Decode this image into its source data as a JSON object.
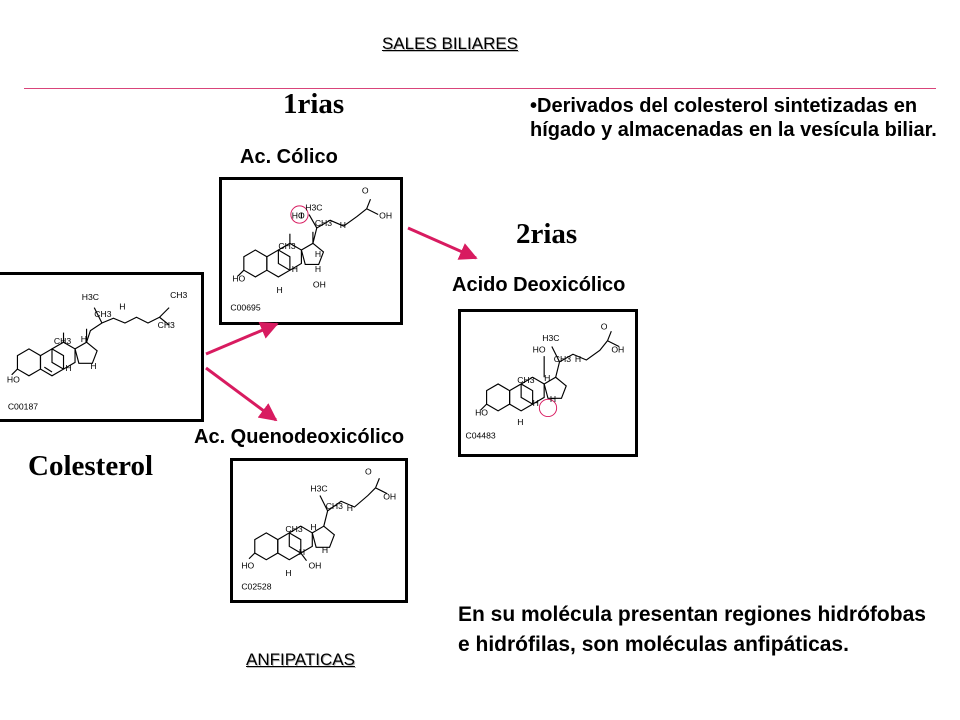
{
  "slide": {
    "title": "SALES BILIARES",
    "primary_label": "1rias",
    "secondary_label": "2rias",
    "bullet": "•Derivados del colesterol sintetizadas en hígado y almacenadas en la vesícula biliar.",
    "paragraph": "En su molécula presentan regiones hidrófobas e hidrófilas, son moléculas anfipáticas.",
    "footer": "ANFIPATICAS",
    "accent_color": "#d81b60"
  },
  "molecules": {
    "cholesterol": {
      "name": "Colesterol",
      "code": "C00187"
    },
    "cholic": {
      "name": "Ac. Cólico",
      "code": "C00695"
    },
    "chenodeoxycholic": {
      "name": "Ac. Quenodeoxicólico",
      "code": "C02528"
    },
    "deoxycholic": {
      "name": "Acido Deoxicólico",
      "code": "C04483"
    }
  },
  "atoms": {
    "h3c": "H3C",
    "ch3": "CH3",
    "h": "H",
    "ho": "HO",
    "oh": "OH",
    "o": "O"
  }
}
